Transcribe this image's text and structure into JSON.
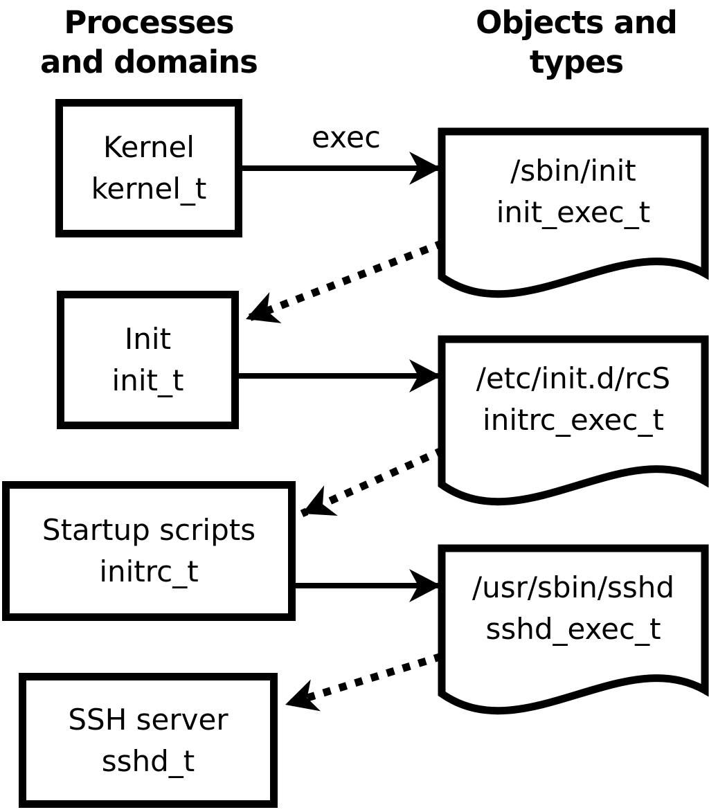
{
  "headers": {
    "left": {
      "line1": "Processes",
      "line2": "and domains"
    },
    "right": {
      "line1": "Objects and",
      "line2": "types"
    }
  },
  "process_nodes": [
    {
      "label": "Kernel",
      "type": "kernel_t"
    },
    {
      "label": "Init",
      "type": "init_t"
    },
    {
      "label": "Startup scripts",
      "type": "initrc_t"
    },
    {
      "label": "SSH server",
      "type": "sshd_t"
    }
  ],
  "object_nodes": [
    {
      "path": "/sbin/init",
      "type": "init_exec_t"
    },
    {
      "path": "/etc/init.d/rcS",
      "type": "initrc_exec_t"
    },
    {
      "path": "/usr/sbin/sshd",
      "type": "sshd_exec_t"
    }
  ],
  "edges": [
    {
      "from": "Kernel (kernel_t)",
      "to": "/sbin/init (init_exec_t)",
      "style": "solid",
      "label": "exec"
    },
    {
      "from": "/sbin/init (init_exec_t)",
      "to": "Init (init_t)",
      "style": "dotted",
      "label": ""
    },
    {
      "from": "Init (init_t)",
      "to": "/etc/init.d/rcS (initrc_exec_t)",
      "style": "solid",
      "label": ""
    },
    {
      "from": "/etc/init.d/rcS (initrc_exec_t)",
      "to": "Startup scripts (initrc_t)",
      "style": "dotted",
      "label": ""
    },
    {
      "from": "Startup scripts (initrc_t)",
      "to": "/usr/sbin/sshd (sshd_exec_t)",
      "style": "solid",
      "label": ""
    },
    {
      "from": "/usr/sbin/sshd (sshd_exec_t)",
      "to": "SSH server (sshd_t)",
      "style": "dotted",
      "label": ""
    }
  ],
  "colors": {
    "foreground": "#000000",
    "background": "#ffffff"
  }
}
